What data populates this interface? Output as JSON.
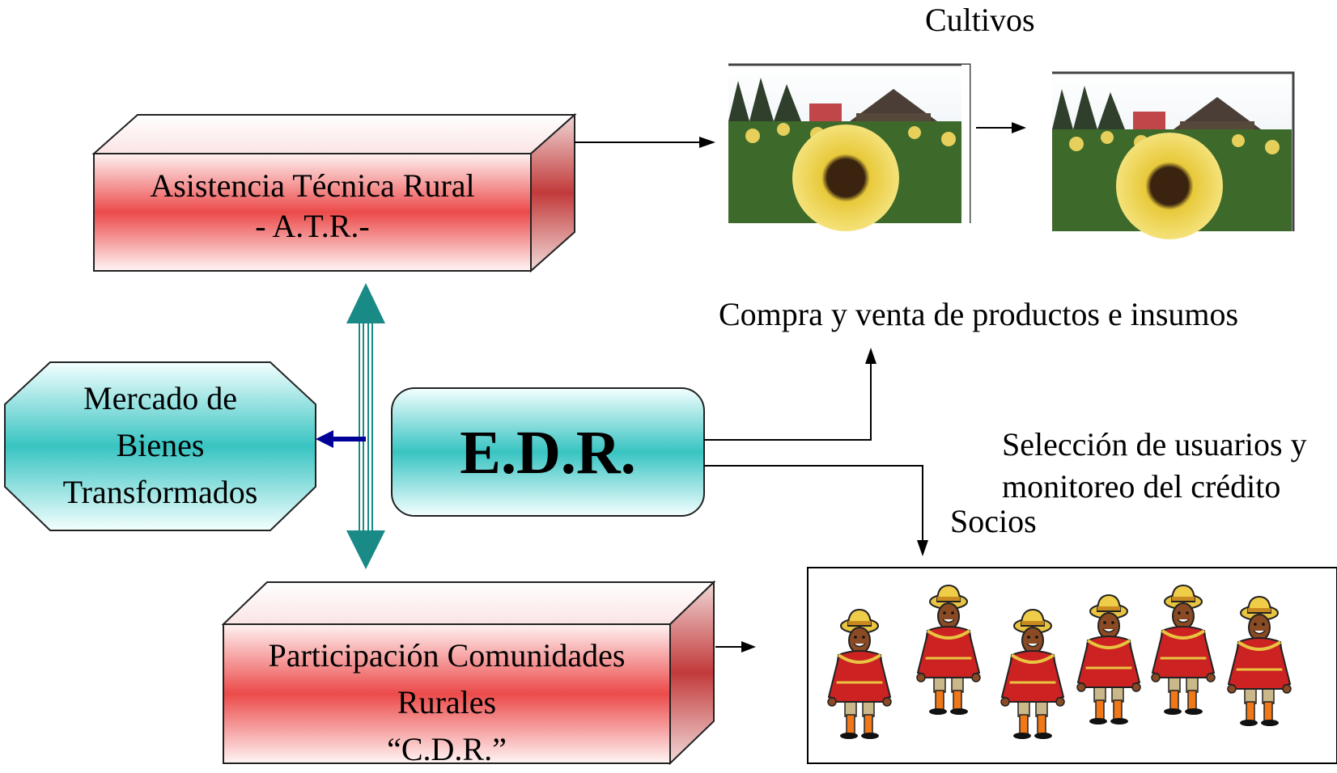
{
  "labels": {
    "cultivos": "Cultivos",
    "compra_venta": "Compra y venta de productos e insumos",
    "seleccion_line1": "Selección de usuarios y",
    "seleccion_line2": "monitoreo del crédito",
    "socios": "Socios"
  },
  "atr": {
    "line1": "Asistencia Técnica Rural",
    "line2": "- A.T.R.-"
  },
  "cdr": {
    "line1": "Participación Comunidades",
    "line2": "Rurales",
    "line3": "“C.D.R.”"
  },
  "mercado": {
    "line1": "Mercado de",
    "line2": "Bienes",
    "line3": "Transformados"
  },
  "edr": {
    "label": "E.D.R."
  },
  "colors": {
    "red_box": "#e74c4c",
    "teal_box": "#3ec4c4",
    "teal_arrow": "#1a8a86",
    "navy_arrow": "#000099"
  }
}
